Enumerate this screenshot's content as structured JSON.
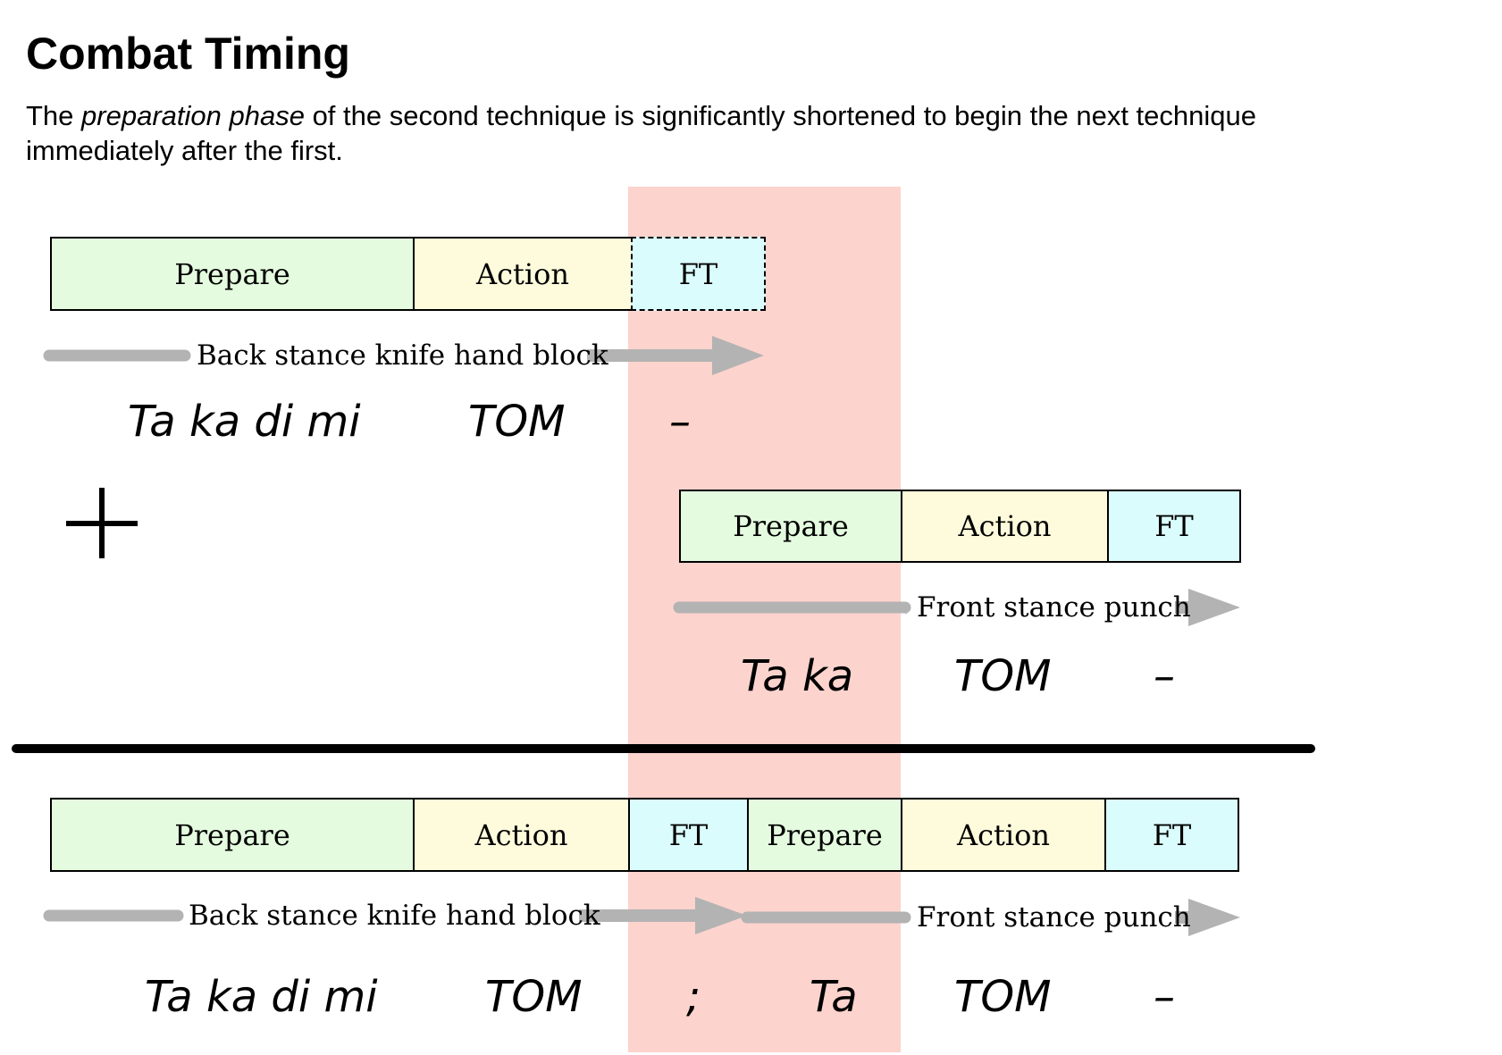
{
  "title": "Combat Timing",
  "description": {
    "before": "The ",
    "emphasis": "preparation phase",
    "after": " of the second technique is significantly shortened to begin the next technique immediately after the first."
  },
  "colors": {
    "prepare": "#e4fbdf",
    "action": "#fefbdc",
    "ft": "#dbfcfd",
    "highlight": "#fdd3cd",
    "arrow": "#b3b3b3"
  },
  "operator_symbol": "+",
  "first_technique": {
    "segments": [
      "Prepare",
      "Action",
      "FT"
    ],
    "arrow_label": "Back stance knife hand block",
    "syllables": [
      "Ta ka di mi",
      "TOM",
      "–"
    ]
  },
  "second_technique": {
    "segments": [
      "Prepare",
      "Action",
      "FT"
    ],
    "arrow_label": "Front stance punch",
    "syllables": [
      "Ta ka",
      "TOM",
      "–"
    ]
  },
  "combined": {
    "segments": [
      "Prepare",
      "Action",
      "FT",
      "Prepare",
      "Action",
      "FT"
    ],
    "arrow_labels": [
      "Back stance knife hand block",
      "Front stance punch"
    ],
    "syllables": [
      "Ta ka di mi",
      "TOM",
      ";",
      "Ta",
      "TOM",
      "–"
    ]
  }
}
